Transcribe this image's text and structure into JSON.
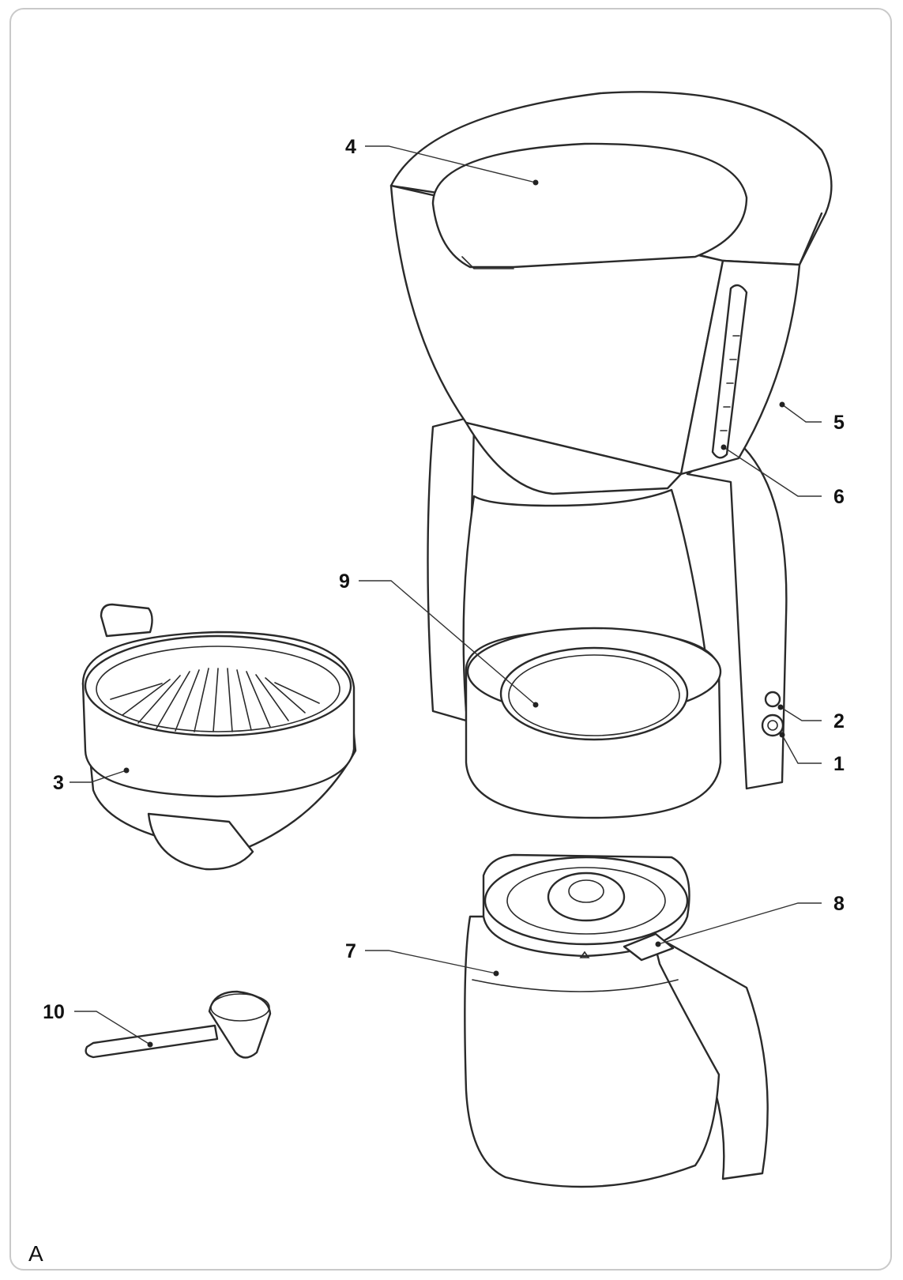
{
  "corner_label": "A",
  "callouts": [
    {
      "id": "1",
      "label": "1"
    },
    {
      "id": "2",
      "label": "2"
    },
    {
      "id": "3",
      "label": "3"
    },
    {
      "id": "4",
      "label": "4"
    },
    {
      "id": "5",
      "label": "5"
    },
    {
      "id": "6",
      "label": "6"
    },
    {
      "id": "7",
      "label": "7"
    },
    {
      "id": "8",
      "label": "8"
    },
    {
      "id": "9",
      "label": "9"
    },
    {
      "id": "10",
      "label": "10"
    }
  ]
}
